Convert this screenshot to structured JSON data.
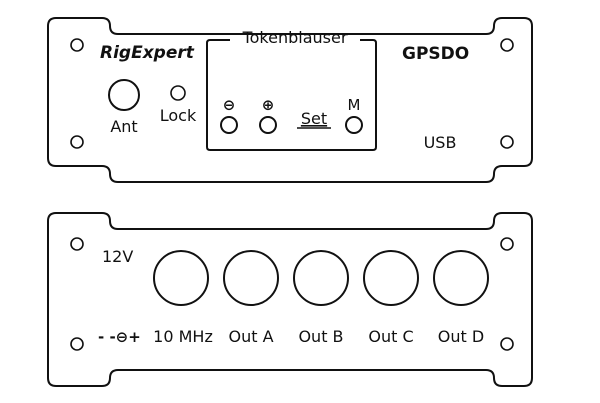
{
  "front_panel": {
    "brand_logo": "RigExpert",
    "model": "GPSDO",
    "group_label": "Tokenblauser",
    "ant_label": "Ant",
    "lock_label": "Lock",
    "minus_symbol": "⊖",
    "plus_symbol": "⊕",
    "set_label": "Set",
    "m_label": "M",
    "usb_label": "USB"
  },
  "rear_panel": {
    "power_label": "12V",
    "power_polarity": "- -⊖+",
    "connectors": [
      "10 MHz",
      "Out A",
      "Out B",
      "Out C",
      "Out D"
    ]
  }
}
